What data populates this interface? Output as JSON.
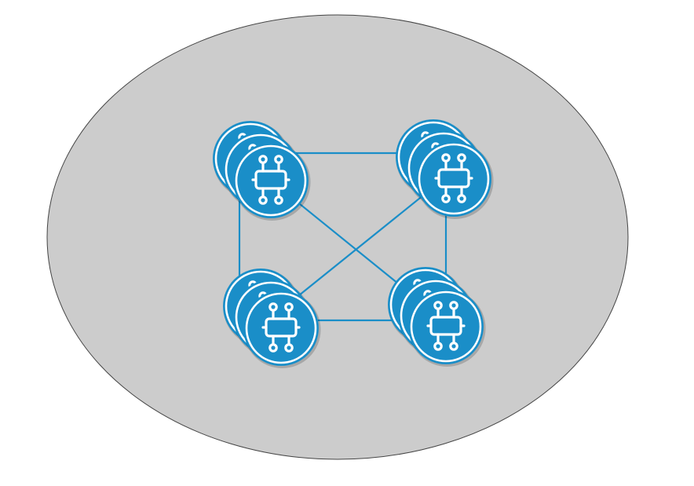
{
  "diagram": {
    "colors": {
      "background": "#ffffff",
      "region_fill": "#cccccc",
      "region_stroke": "#444444",
      "link_color": "#1a8ec8",
      "node_fill": "#1a8ec8",
      "node_ring": "#ffffff",
      "icon_color": "#ffffff"
    },
    "region": {
      "shape": "ellipse",
      "label": ""
    },
    "node_icon": "router-chip-icon",
    "clusters": [
      {
        "id": "top-left",
        "stack_count": 3,
        "icon": "router-chip-icon"
      },
      {
        "id": "top-right",
        "stack_count": 3,
        "icon": "router-chip-icon"
      },
      {
        "id": "bottom-left",
        "stack_count": 3,
        "icon": "router-chip-icon"
      },
      {
        "id": "bottom-right",
        "stack_count": 3,
        "icon": "router-chip-icon"
      }
    ],
    "links": [
      {
        "from": "top-left",
        "to": "top-right"
      },
      {
        "from": "top-left",
        "to": "bottom-left"
      },
      {
        "from": "top-right",
        "to": "bottom-right"
      },
      {
        "from": "bottom-left",
        "to": "bottom-right"
      },
      {
        "from": "top-left",
        "to": "bottom-right"
      },
      {
        "from": "top-right",
        "to": "bottom-left"
      }
    ]
  }
}
